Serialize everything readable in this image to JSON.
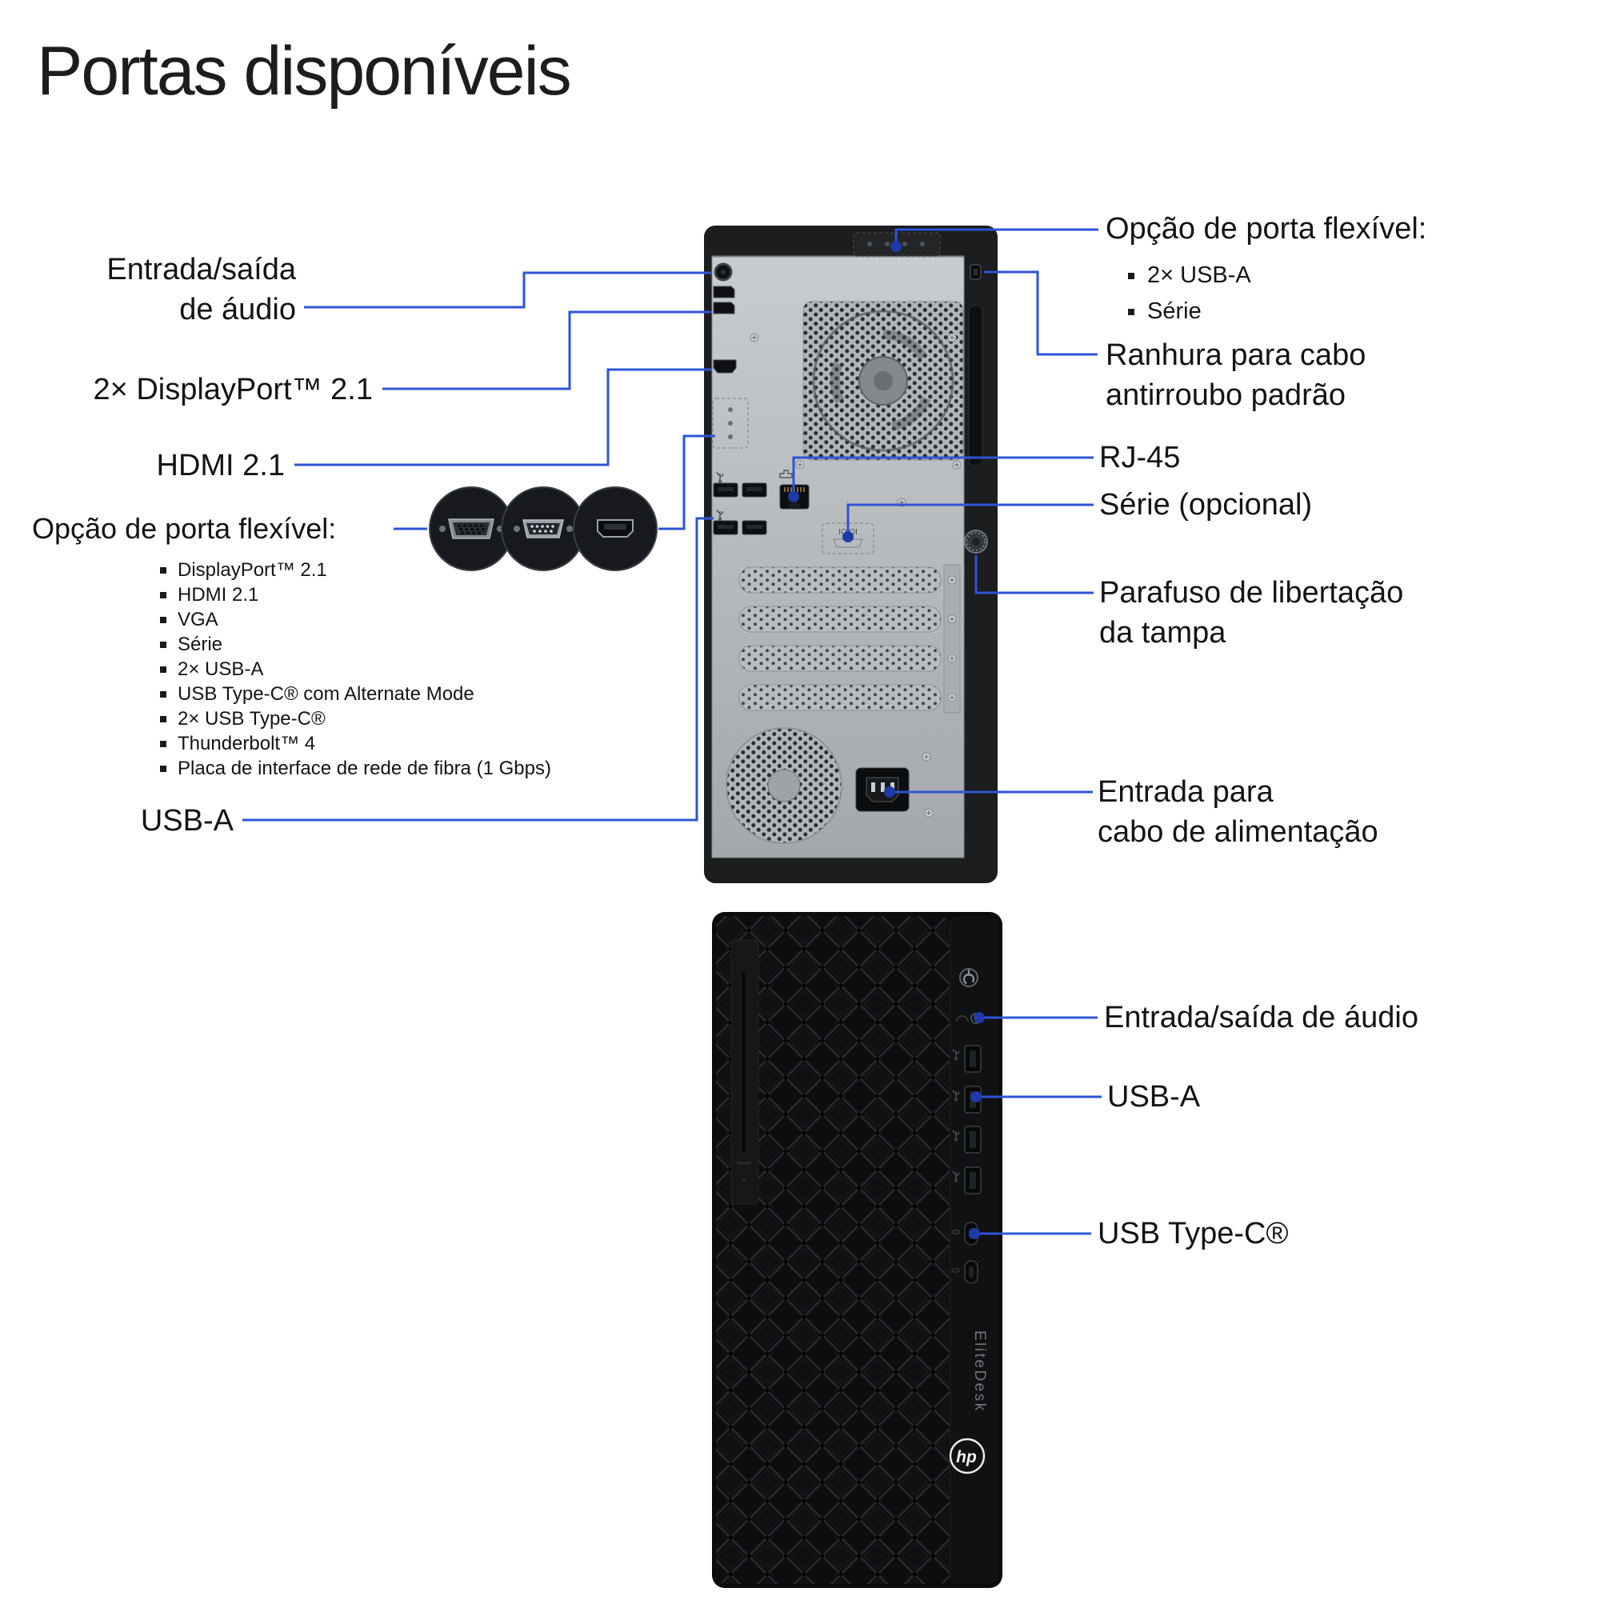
{
  "title": "Portas disponíveis",
  "colors": {
    "accent": "#2e54d4",
    "dot": "#1f3aa6",
    "text": "#141414"
  },
  "rear_view": {
    "audio_label": "Entrada/saída\nde áudio",
    "displayport_label": "2× DisplayPort™ 2.1",
    "hdmi_label": "HDMI 2.1",
    "flex_option_left": {
      "heading": "Opção de porta flexível:",
      "items": [
        "DisplayPort™ 2.1",
        "HDMI 2.1",
        "VGA",
        "Série",
        "2× USB-A",
        "USB Type-C® com Alternate Mode",
        "2× USB Type-C®",
        "Thunderbolt™ 4",
        "Placa de interface de rede de fibra (1 Gbps)"
      ]
    },
    "usba_label": "USB-A",
    "flex_option_right": {
      "heading": "Opção de porta flexível:",
      "items": [
        "2× USB-A",
        "Série"
      ]
    },
    "lock_label": "Ranhura para cabo\nantirroubo padrão",
    "rj45_label": "RJ-45",
    "serial_label": "Série (opcional)",
    "cover_screw_label": "Parafuso de libertação\nda tampa",
    "power_label": "Entrada para\ncabo de alimentação",
    "serial_port_marking": "IOIOI"
  },
  "front_view": {
    "audio_label": "Entrada/saída de áudio",
    "usba_label": "USB-A",
    "usbc_label": "USB Type-C®",
    "brand_text": "EliteDesk",
    "logo_text": "hp"
  },
  "port_closeups": {
    "icons": [
      "vga-port-icon",
      "serial-port-icon",
      "hdmi-port-icon"
    ]
  }
}
